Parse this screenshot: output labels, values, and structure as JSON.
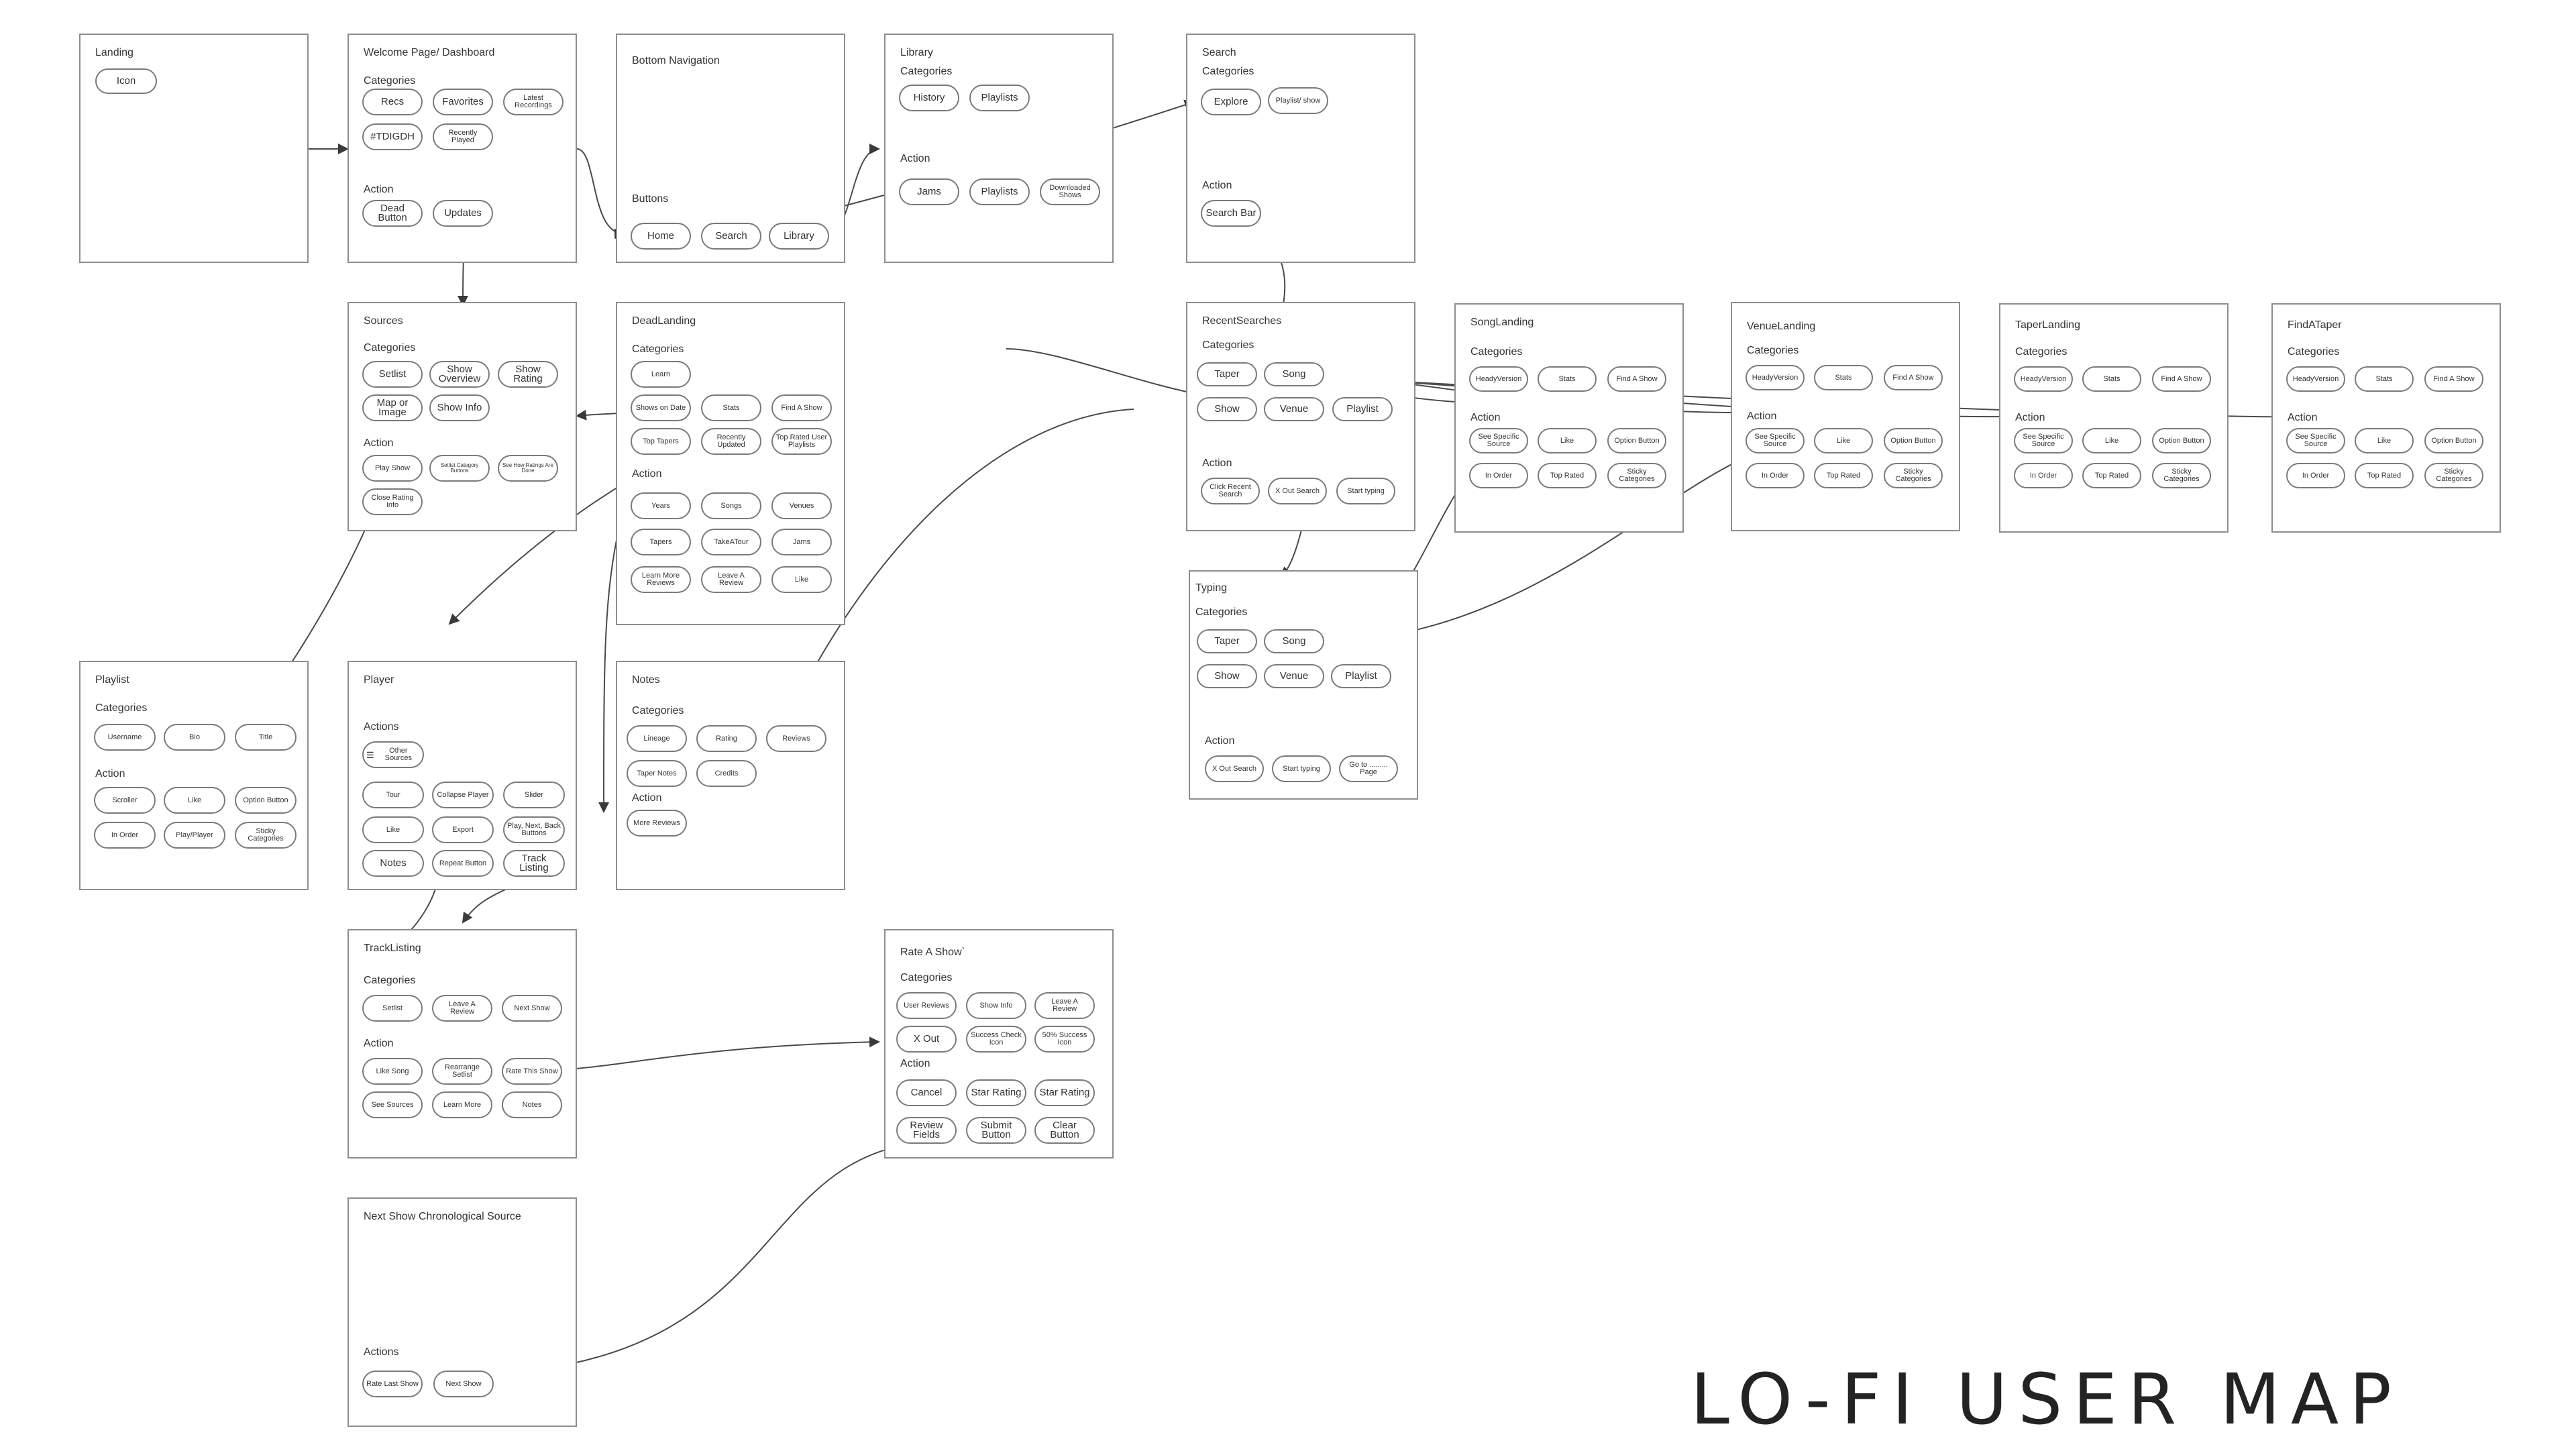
{
  "title": "LO-FI USER MAP",
  "boxes": {
    "landing": {
      "title": "Landing",
      "icon": "Icon"
    },
    "welcome": {
      "title": "Welcome Page/ Dashboard",
      "categories": "Categories",
      "action": "Action",
      "recs": "Recs",
      "favorites": "Favorites",
      "latest": "Latest Recordings",
      "tdigdh": "#TDIGDH",
      "recently_played": "Recently Played",
      "dead_button": "Dead Button",
      "updates": "Updates"
    },
    "bottom_nav": {
      "title": "Bottom Navigation",
      "buttons": "Buttons",
      "home": "Home",
      "search": "Search",
      "library": "Library"
    },
    "library": {
      "title": "Library",
      "categories": "Categories",
      "action": "Action",
      "history": "History",
      "playlists": "Playlists",
      "jams": "Jams",
      "playlists2": "Playlists",
      "downloaded": "Downloaded Shows"
    },
    "search": {
      "title": "Search",
      "categories": "Categories",
      "action": "Action",
      "explore": "Explore",
      "playlist_show": "Playlist/ show",
      "search_bar": "Search Bar"
    },
    "sources": {
      "title": "Sources",
      "categories": "Categories",
      "action": "Action",
      "setlist": "Setlist",
      "show_overview": "Show Overview",
      "show_rating": "Show Rating",
      "map": "Map or Image",
      "show_info": "Show Info",
      "play_show": "Play Show",
      "setlist_category": "Setlist Category Buttons",
      "see_how": "See How Ratings Are Done",
      "close_rating": "Close Rating Info"
    },
    "dead_landing": {
      "title": "DeadLanding",
      "categories": "Categories",
      "action": "Action",
      "learn": "Learn",
      "shows_on_date": "Shows on Date",
      "stats": "Stats",
      "find_a_show": "Find A Show",
      "top_tapers": "Top Tapers",
      "recently_updated": "Recently Updated",
      "top_rated": "Top Rated User Playlists",
      "years": "Years",
      "songs": "Songs",
      "venues": "Venues",
      "tapers": "Tapers",
      "take_a_tour": "TakeATour",
      "jams": "Jams",
      "learn_more": "Learn More Reviews",
      "leave_review": "Leave A Review",
      "like": "Like"
    },
    "recent_searches": {
      "title": "RecentSearches",
      "categories": "Categories",
      "action": "Action",
      "taper": "Taper",
      "song": "Song",
      "show": "Show",
      "venue": "Venue",
      "playlist": "Playlist",
      "click_recent": "Click Recent Search",
      "x_out": "X Out Search",
      "start_typing": "Start typing"
    },
    "song_landing": {
      "title": "SongLanding",
      "categories": "Categories",
      "action": "Action",
      "heady": "HeadyVersion",
      "stats": "Stats",
      "find": "Find A Show",
      "see_specific": "See Specific Source",
      "like": "Like",
      "option": "Option Button",
      "in_order": "In Order",
      "top_rated": "Top Rated",
      "sticky": "Sticky Categories"
    },
    "venue_landing": {
      "title": "VenueLanding",
      "categories": "Categories",
      "action": "Action",
      "heady": "HeadyVersion",
      "stats": "Stats",
      "find": "Find A Show",
      "see_specific": "See Specific Source",
      "like": "Like",
      "option": "Option Button",
      "in_order": "In Order",
      "top_rated": "Top Rated",
      "sticky": "Sticky Categories"
    },
    "taper_landing": {
      "title": "TaperLanding",
      "categories": "Categories",
      "action": "Action",
      "heady": "HeadyVersion",
      "stats": "Stats",
      "find": "Find A Show",
      "see_specific": "See Specific Source",
      "like": "Like",
      "option": "Option Button",
      "in_order": "In Order",
      "top_rated": "Top Rated",
      "sticky": "Sticky Categories"
    },
    "find_a_taper": {
      "title": "FindATaper",
      "categories": "Categories",
      "action": "Action",
      "heady": "HeadyVersion",
      "stats": "Stats",
      "find": "Find A Show",
      "see_specific": "See Specific Source",
      "like": "Like",
      "option": "Option Button",
      "in_order": "In Order",
      "top_rated": "Top Rated",
      "sticky": "Sticky Categories"
    },
    "typing": {
      "title": "Typing",
      "categories": "Categories",
      "action": "Action",
      "taper": "Taper",
      "song": "Song",
      "show": "Show",
      "venue": "Venue",
      "playlist": "Playlist",
      "x_out": "X Out Search",
      "start_typing": "Start typing",
      "go_to_page": "Go to ......... Page"
    },
    "playlist": {
      "title": "Playlist",
      "categories": "Categories",
      "action": "Action",
      "username": "Username",
      "bio": "Bio",
      "title_pill": "Title",
      "scroller": "Scroller",
      "like": "Like",
      "option": "Option Button",
      "in_order": "In Order",
      "play_player": "Play/Player",
      "sticky": "Sticky Categories"
    },
    "player": {
      "title": "Player",
      "actions": "Actions",
      "other_sources": "Other Sources",
      "tour": "Tour",
      "collapse": "Collapse Player",
      "slider": "Slider",
      "like": "Like",
      "export": "Export",
      "play_next": "Play, Next, Back Buttons",
      "notes": "Notes",
      "repeat": "Repeat Button",
      "track_listing": "Track Listing"
    },
    "notes": {
      "title": "Notes",
      "categories": "Categories",
      "action": "Action",
      "lineage": "Lineage",
      "rating": "Rating",
      "reviews": "Reviews",
      "taper_notes": "Taper Notes",
      "credits": "Credits",
      "more_reviews": "More Reviews"
    },
    "track_listing": {
      "title": "TrackListing",
      "categories": "Categories",
      "action": "Action",
      "setlist": "Setlist",
      "leave_review": "Leave A Review",
      "next_show": "Next Show",
      "like_song": "Like Song",
      "rearrange": "Rearrange Setlist",
      "rate_this": "Rate This Show",
      "see_sources": "See Sources",
      "learn_more": "Learn More",
      "notes": "Notes"
    },
    "rate_a_show": {
      "title": "Rate A Show`",
      "categories": "Categories",
      "action": "Action",
      "user_reviews": "User Reviews",
      "show_info": "Show Info",
      "leave_review": "Leave A Review",
      "x_out": "X Out",
      "success_check": "Success Check Icon",
      "success_50": "50% Success Icon",
      "cancel": "Cancel",
      "star_rating": "Star Rating",
      "star_rating2": "Star Rating",
      "review_fields": "Review Fields",
      "submit": "Submit Button",
      "clear": "Clear Button"
    },
    "next_show": {
      "title": "Next Show Chronological Source",
      "actions": "Actions",
      "rate_last": "Rate Last Show",
      "next_show": "Next Show"
    }
  }
}
